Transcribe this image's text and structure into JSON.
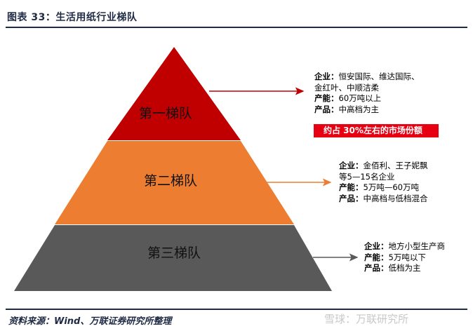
{
  "figure": {
    "title": "图表 33：生活用纸行业梯队",
    "source": "资料来源：Wind、万联证券研究所整理",
    "watermark": "雪球：万联研究所"
  },
  "colors": {
    "tier1": "#c00000",
    "tier2": "#ed7d31",
    "tier3": "#595959",
    "badge": "#e60012",
    "arrow1": "#c00000",
    "arrow2": "#ed7d31",
    "arrow3": "#595959"
  },
  "tiers": [
    {
      "name": "第一梯队",
      "company_key": "企业：",
      "company_val": "恒安国际、维达国际、",
      "company_val2": "金红叶、中顺洁柔",
      "capacity_key": "产能：",
      "capacity_val": "60万吨以上",
      "product_key": "产品：",
      "product_val": "中高档为主",
      "share_badge": "约占 30%左右的市场份额"
    },
    {
      "name": "第二梯队",
      "company_key": "企业：",
      "company_val": "金佰利、王子妮飘",
      "company_val2": "等5—15名企业",
      "capacity_key": "产能：",
      "capacity_val": "5万吨—60万吨",
      "product_key": "产品：",
      "product_val": "中高档与低档混合"
    },
    {
      "name": "第三梯队",
      "company_key": "企业：",
      "company_val": "地方小型生产商",
      "capacity_key": "产能：",
      "capacity_val": "5万吨以下",
      "product_key": "产品：",
      "product_val": "低档为主"
    }
  ]
}
